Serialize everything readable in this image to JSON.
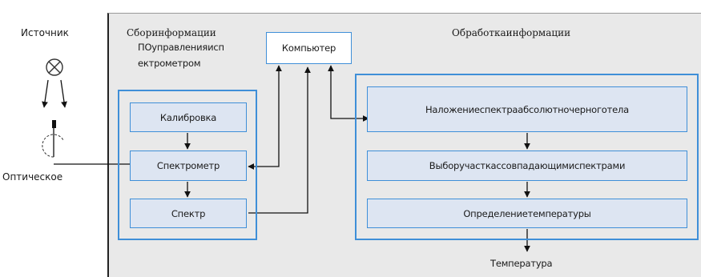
{
  "labels": {
    "source": "Источник",
    "optical": "Оптическое",
    "collection": "Сборинформации",
    "software": [
      "ПОуправленияисп",
      "ектрометром"
    ],
    "processing": "Обработкаинформации",
    "temperature": "Температура"
  },
  "left_blocks": [
    "Калибровка",
    "Спектрометр",
    "Спектр"
  ],
  "computer": "Компьютер",
  "right_blocks": [
    "Наложениеспектраабсолютночерноготела",
    "Выборучасткассовпадающимиспектрами",
    "Определениетемпературы"
  ],
  "colors": {
    "accent": "#3f8fd8",
    "box_fill": "#dde5f2",
    "panel": "#e9e9e9"
  }
}
